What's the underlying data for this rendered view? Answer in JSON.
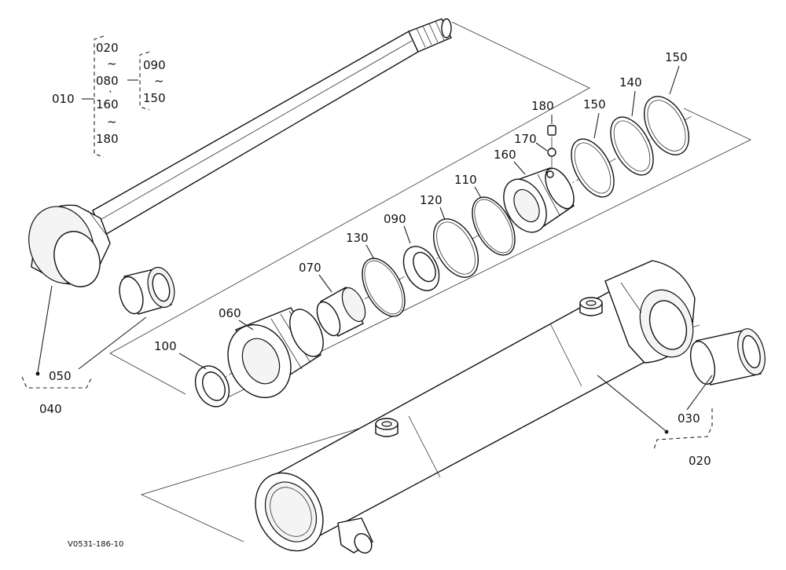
{
  "diagram": {
    "drawing_code": "V0531-186-10",
    "labels": {
      "p010": "010",
      "p020a": "020",
      "p020b": "020",
      "p030": "030",
      "p040": "040",
      "p050": "050",
      "p060": "060",
      "p070": "070",
      "p080": "080",
      "p090a": "090",
      "p090b": "090",
      "p100": "100",
      "p110": "110",
      "p120": "120",
      "p130": "130",
      "p140": "140",
      "p150a": "150",
      "p150b": "150",
      "p150c": "150",
      "p160a": "160",
      "p160b": "160",
      "p170": "170",
      "p180a": "180",
      "p180b": "180"
    },
    "range_mark": "~",
    "dot_mark": "·"
  }
}
